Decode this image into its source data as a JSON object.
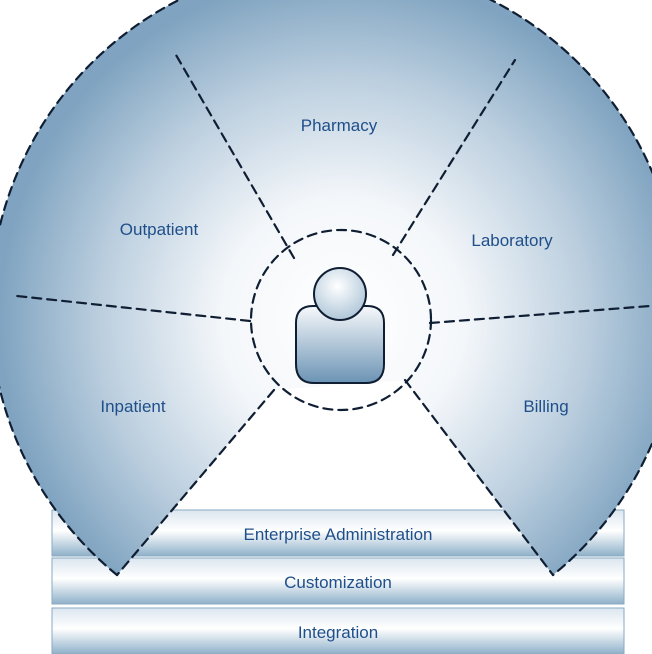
{
  "diagram": {
    "segments": [
      {
        "id": "pharmacy",
        "label": "Pharmacy"
      },
      {
        "id": "laboratory",
        "label": "Laboratory"
      },
      {
        "id": "billing",
        "label": "Billing"
      },
      {
        "id": "inpatient",
        "label": "Inpatient"
      },
      {
        "id": "outpatient",
        "label": "Outpatient"
      }
    ],
    "layers": [
      {
        "id": "enterprise-administration",
        "label": "Enterprise Administration"
      },
      {
        "id": "customization",
        "label": "Customization"
      },
      {
        "id": "integration",
        "label": "Integration"
      }
    ],
    "center_icon": "user-icon",
    "colors": {
      "label": "#1f4f8a",
      "edge": "#7fa3c0",
      "center": "#ffffff",
      "dashed_line": "#0f1e33"
    }
  }
}
